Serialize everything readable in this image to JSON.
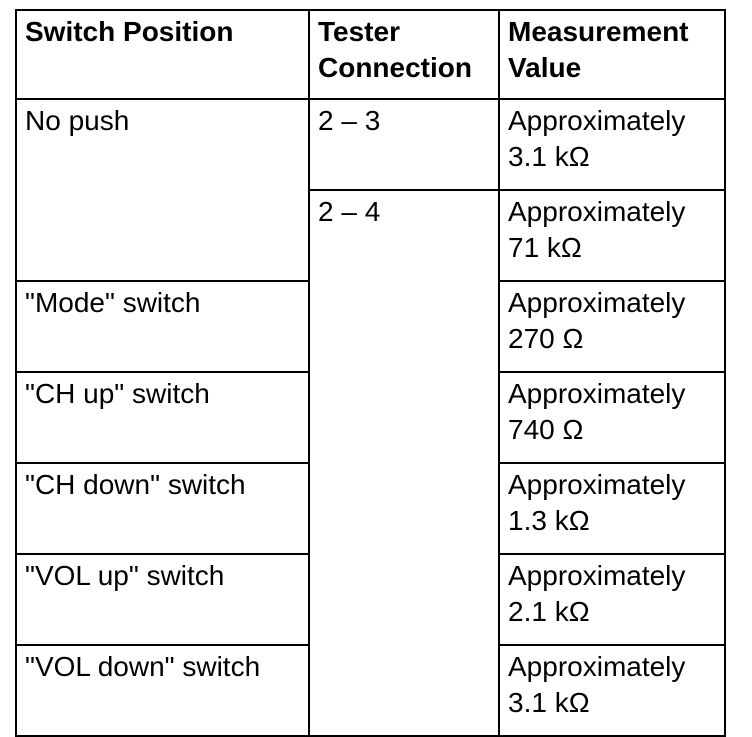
{
  "headers": {
    "switch_position": "Switch Position",
    "tester_connection_line1": "Tester",
    "tester_connection_line2": "Connection",
    "measurement_value_line1": "Measurement",
    "measurement_value_line2": "Value"
  },
  "rows": [
    {
      "switch": "No push",
      "connection": "2 – 3",
      "value_line1": "Approximately",
      "value_line2": "3.1 kΩ"
    },
    {
      "switch": "",
      "connection": "2 – 4",
      "value_line1": "Approximately",
      "value_line2": "71 kΩ"
    },
    {
      "switch": "\"Mode\" switch",
      "connection": "",
      "value_line1": "Approximately",
      "value_line2": "270 Ω"
    },
    {
      "switch": "\"CH up\" switch",
      "connection": "",
      "value_line1": "Approximately",
      "value_line2": "740 Ω"
    },
    {
      "switch": "\"CH down\" switch",
      "connection": "",
      "value_line1": "Approximately",
      "value_line2": "1.3 kΩ"
    },
    {
      "switch": "\"VOL up\" switch",
      "connection": "",
      "value_line1": "Approximately",
      "value_line2": "2.1 kΩ"
    },
    {
      "switch": "\"VOL down\" switch",
      "connection": "",
      "value_line1": "Approximately",
      "value_line2": "3.1 kΩ"
    }
  ]
}
